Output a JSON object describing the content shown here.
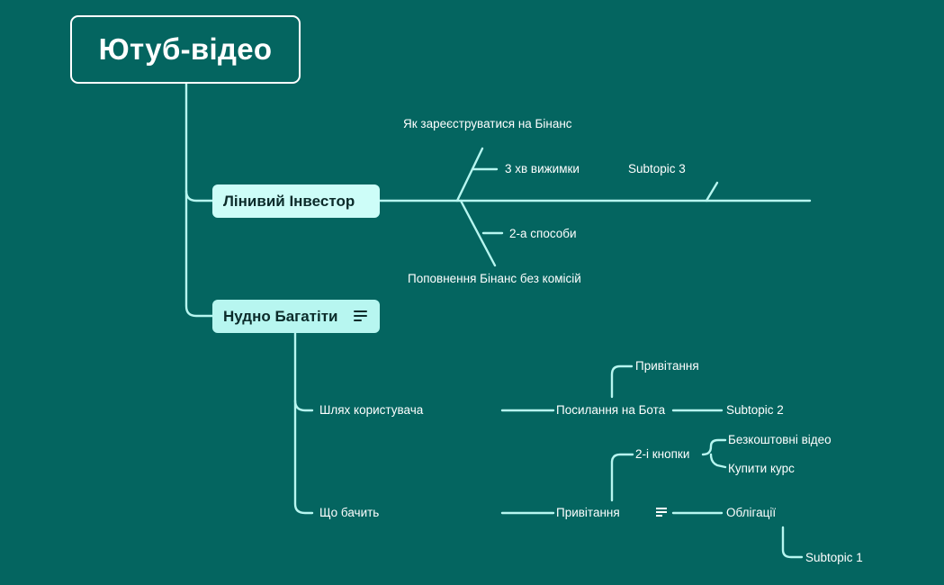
{
  "colors": {
    "background": "#046560",
    "line": "#b7f6f0",
    "root_border": "#ffffff",
    "topic_fill": "#cdfdf8"
  },
  "root": {
    "title": "Ютуб-відео"
  },
  "main_topics": [
    {
      "label": "Лінивий Інвестор"
    },
    {
      "label": "Нудно Багатіти",
      "has_notes": true
    }
  ],
  "fishbone": {
    "upper_top": "Як зареєструватися на Бінанс",
    "upper_sub": "3 хв вижимки",
    "lower_sub": "2-а способи",
    "lower_bottom": "Поповнення Бінанс без комісій",
    "right_upper": "Subtopic 3"
  },
  "tree": {
    "branch1": "Шлях користувача",
    "branch2": "Що бачить",
    "bot_link": "Посилання на Бота",
    "greeting_top": "Привітання",
    "subtopic2": "Subtopic 2",
    "greeting": "Привітання",
    "two_buttons": "2-і кнопки",
    "free_video": "Безкоштовні відео",
    "buy_course": "Купити курс",
    "bonds": "Облігації",
    "subtopic1": "Subtopic 1"
  }
}
